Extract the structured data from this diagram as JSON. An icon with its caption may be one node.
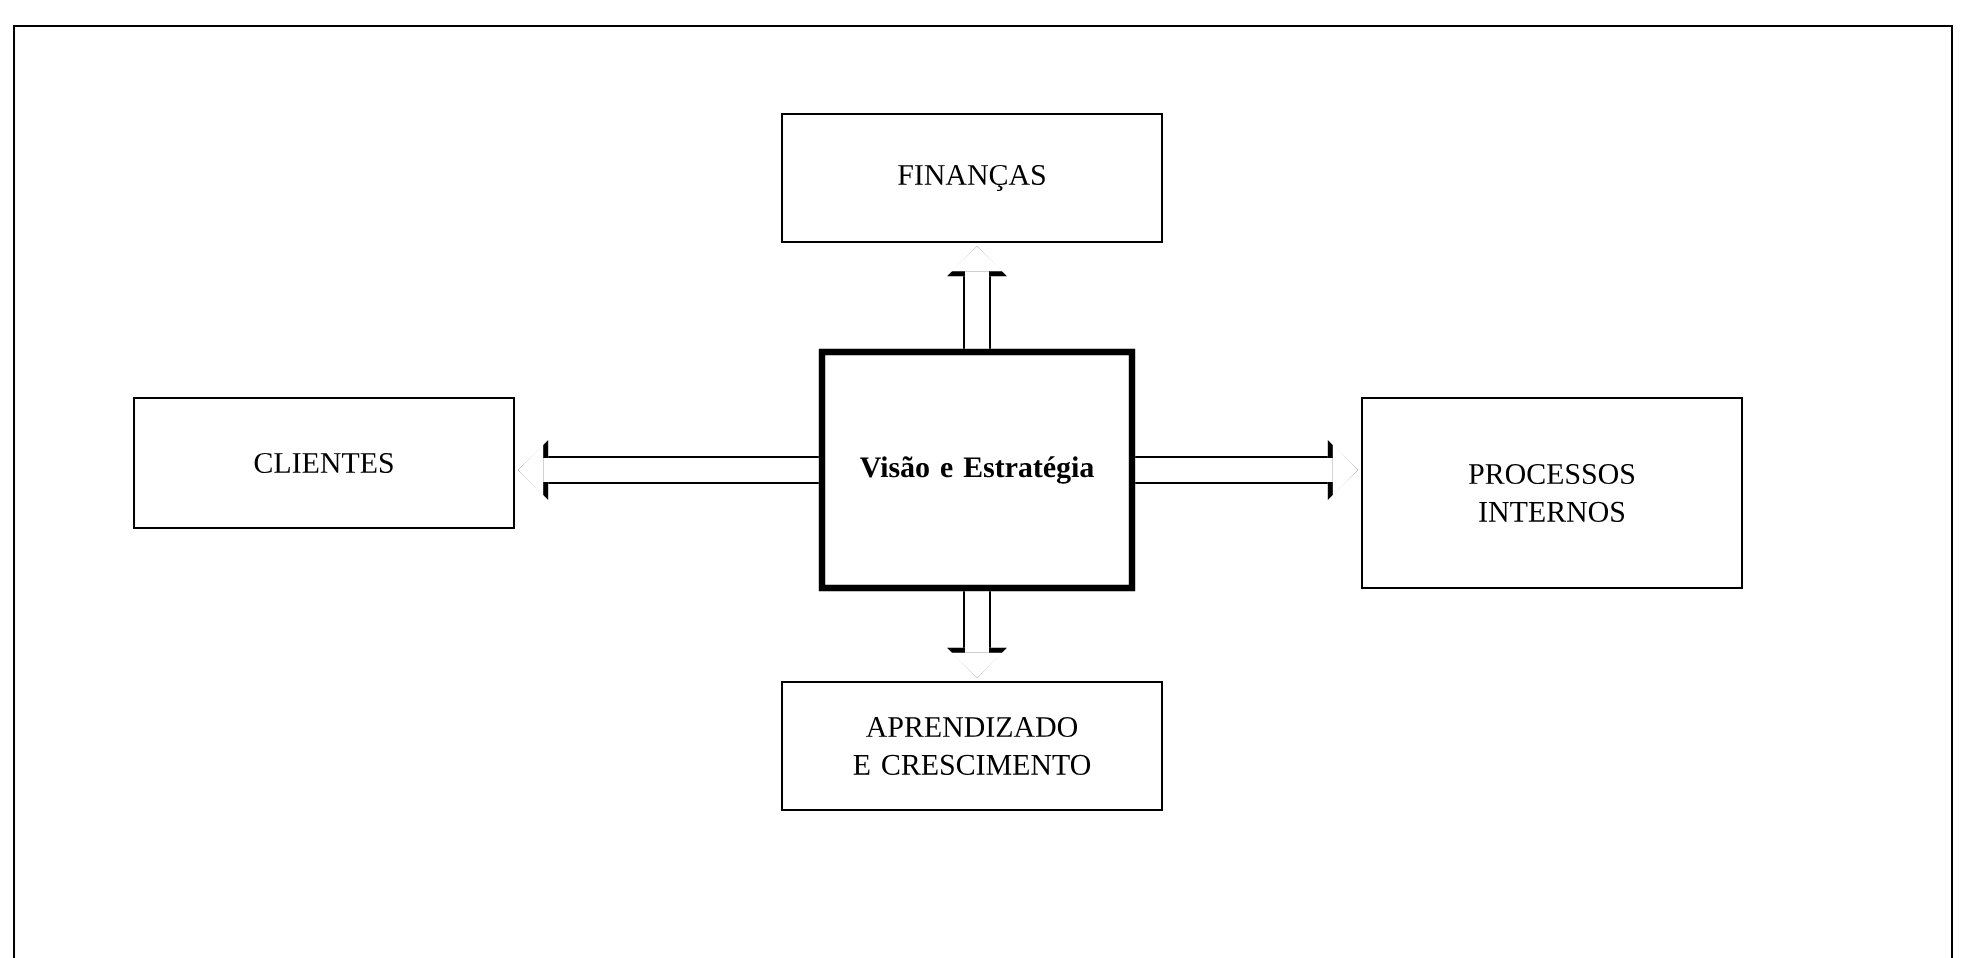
{
  "diagram": {
    "nodes": [
      {
        "text": [
          "FINANÇAS"
        ]
      },
      {
        "text": [
          "CLIENTES"
        ]
      },
      {
        "text": [
          "Visão e Estratégia"
        ]
      },
      {
        "text": [
          "PROCESSOS INTERNOS"
        ]
      },
      {
        "text": [
          "APRENDIZADO E CRESCIMENTO"
        ]
      }
    ],
    "edges": [
      {
        "from": 2,
        "to": 0,
        "arrow": "to"
      },
      {
        "from": 2,
        "to": 1,
        "arrow": "to"
      },
      {
        "from": 2,
        "to": 3,
        "arrow": "to"
      },
      {
        "from": 2,
        "to": 4,
        "arrow": "to"
      }
    ]
  }
}
